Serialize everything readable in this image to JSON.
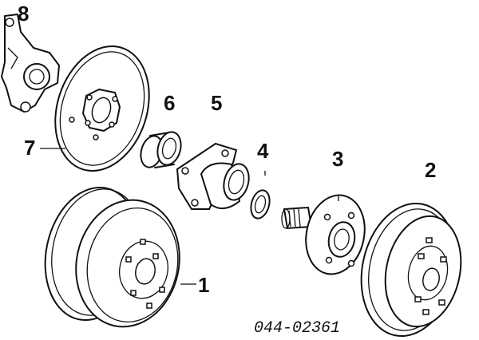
{
  "diagram": {
    "callouts": [
      "1",
      "2",
      "3",
      "4",
      "5",
      "6",
      "7",
      "8"
    ],
    "part_code": "044-02361"
  }
}
